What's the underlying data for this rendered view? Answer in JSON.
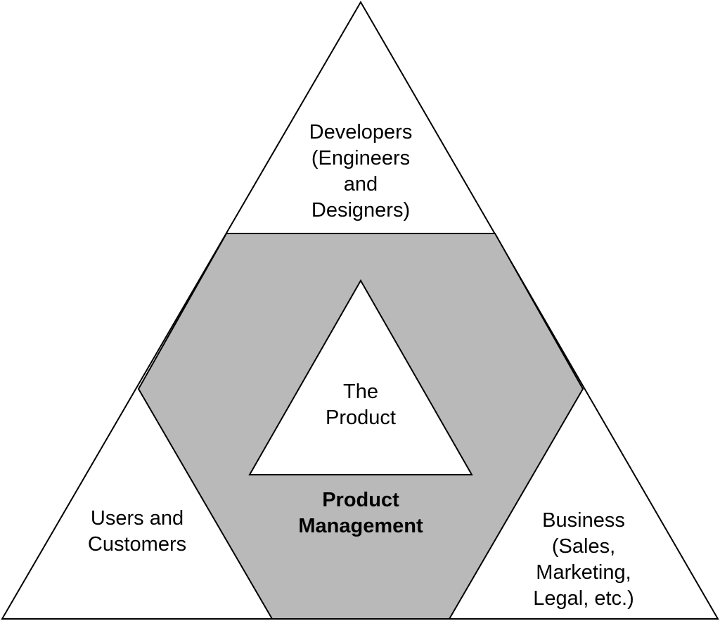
{
  "diagram": {
    "title": "Product Management overlap triangle",
    "colors": {
      "region_fill": "#ffffff",
      "overlap_fill": "#b9b9b9",
      "stroke": "#000000"
    },
    "labels": {
      "developers": "Developers\n(Engineers\nand\nDesigners)",
      "users_customers": "Users and\nCustomers",
      "business": "Business\n(Sales,\nMarketing,\nLegal, etc.)",
      "product_management": "Product\nManagement",
      "the_product": "The\nProduct"
    }
  }
}
